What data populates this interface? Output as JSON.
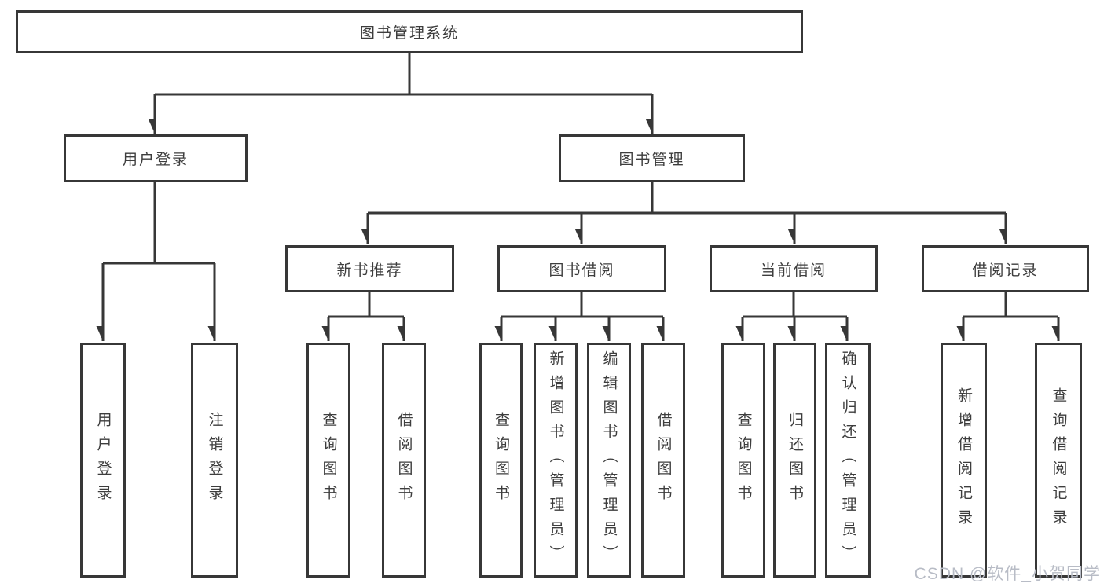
{
  "diagram_title": "图书管理系统",
  "tree": {
    "root": {
      "label": "图书管理系统"
    },
    "children": [
      {
        "label": "用户登录",
        "children": [
          {
            "label": "用户登录"
          },
          {
            "label": "注销登录"
          }
        ]
      },
      {
        "label": "图书管理",
        "children": [
          {
            "label": "新书推荐",
            "children": [
              {
                "label": "查询图书"
              },
              {
                "label": "借阅图书"
              }
            ]
          },
          {
            "label": "图书借阅",
            "children": [
              {
                "label": "查询图书"
              },
              {
                "label": "新增图书（管理员）"
              },
              {
                "label": "编辑图书（管理员）"
              },
              {
                "label": "借阅图书"
              }
            ]
          },
          {
            "label": "当前借阅",
            "children": [
              {
                "label": "查询图书"
              },
              {
                "label": "归还图书"
              },
              {
                "label": "确认归还（管理员）"
              }
            ]
          },
          {
            "label": "借阅记录",
            "children": [
              {
                "label": "新增借阅记录"
              },
              {
                "label": "查询借阅记录"
              }
            ]
          }
        ]
      }
    ]
  },
  "watermark": "CSDN @软件_小贺同学",
  "colors": {
    "line": "#373737",
    "box_border": "#373737",
    "text": "#3d3d3d",
    "watermark": "#b8bcc6",
    "background": "#ffffff"
  }
}
